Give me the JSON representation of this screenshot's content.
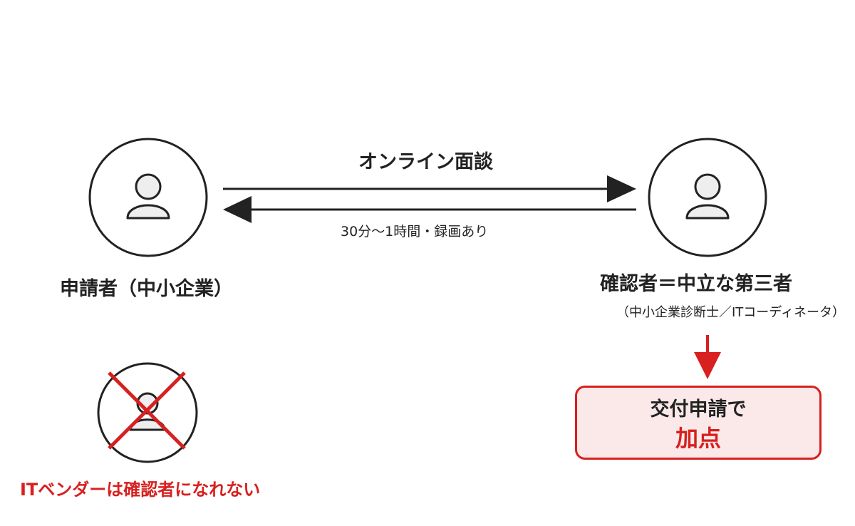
{
  "interview": {
    "title": "オンライン面談",
    "detail": "30分〜1時間・録画あり"
  },
  "applicant": {
    "label": "申請者（中小企業）"
  },
  "confirmer": {
    "label": "確認者＝中立な第三者",
    "roles": "（中小企業診断士／ITコーディネータ）"
  },
  "vendor": {
    "note": "ITベンダーは確認者になれない"
  },
  "callout": {
    "line1": "交付申請で",
    "line2": "加点"
  },
  "colors": {
    "accent_red": "#d7201f",
    "ink": "#222222",
    "icon_fill": "#eeeeee",
    "callout_bg": "#fbe9e9"
  },
  "icons": [
    "user-icon",
    "user-icon",
    "crossed-user-icon",
    "arrow-right-icon",
    "arrow-left-icon",
    "arrow-down-icon"
  ]
}
